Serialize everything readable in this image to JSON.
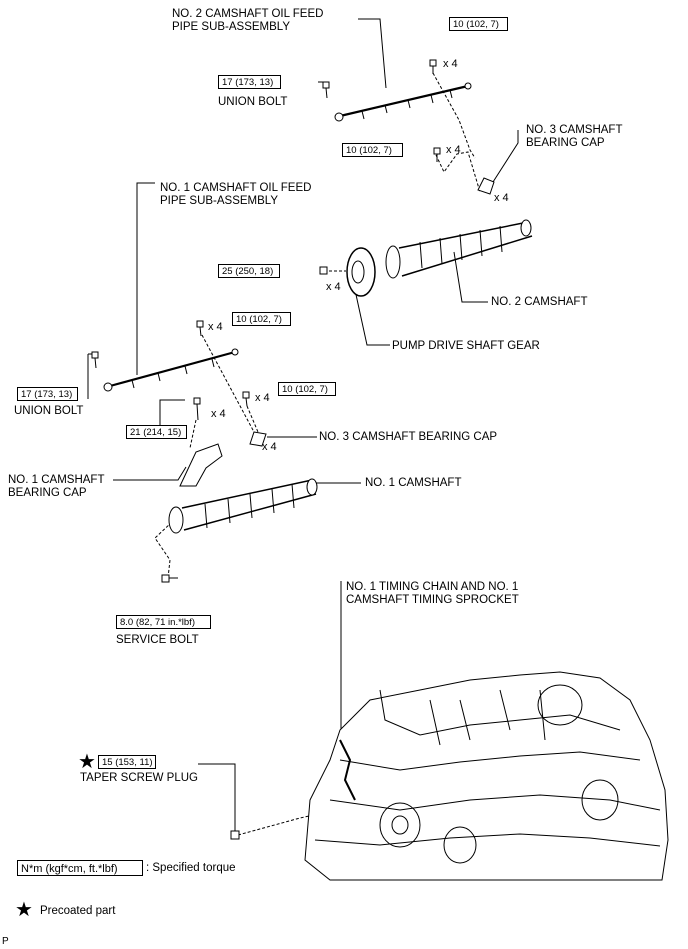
{
  "labels": {
    "oil_feed_pipe_2": "NO. 2 CAMSHAFT OIL FEED\nPIPE SUB-ASSEMBLY",
    "union_bolt_top": "UNION BOLT",
    "bearing_cap_3_top": "NO. 3 CAMSHAFT\nBEARING CAP",
    "oil_feed_pipe_1": "NO. 1 CAMSHAFT OIL FEED\nPIPE SUB-ASSEMBLY",
    "camshaft_2": "NO. 2 CAMSHAFT",
    "pump_drive_gear": "PUMP DRIVE SHAFT GEAR",
    "union_bolt_left": "UNION BOLT",
    "bearing_cap_3_mid": "NO. 3 CAMSHAFT BEARING CAP",
    "bearing_cap_1": "NO. 1 CAMSHAFT\nBEARING CAP",
    "camshaft_1": "NO. 1 CAMSHAFT",
    "service_bolt": "SERVICE BOLT",
    "timing_chain": "NO. 1 TIMING CHAIN AND NO. 1\nCAMSHAFT TIMING SPROCKET",
    "taper_plug": "TAPER SCREW PLUG"
  },
  "torques": {
    "t_feed2_bolts": "10 (102, 7)",
    "t_union_top": "17 (173, 13)",
    "t_cap3_top": "10 (102, 7)",
    "t_gear": "25 (250, 18)",
    "t_feed1_bolts": "10 (102, 7)",
    "t_union_left": "17 (173, 13)",
    "t_cap3_mid": "10 (102, 7)",
    "t_cap1": "21 (214, 15)",
    "t_service": "8.0 (82, 71 in.*lbf)",
    "t_plug": "15 (153, 11)"
  },
  "quantities": {
    "q1": "x 4",
    "q2": "x 4",
    "q3": "x 4",
    "q4": "x 4",
    "q5": "x 4",
    "q6": "x 4",
    "q7": "x 4",
    "q8": "x 4"
  },
  "legend": {
    "torque_box": "N*m (kgf*cm, ft.*lbf)",
    "torque_text": ": Specified torque",
    "star_symbol": "★",
    "precoated_text": "Precoated part"
  },
  "footer": {
    "code": "P"
  },
  "colors": {
    "line": "#000000",
    "background": "#ffffff"
  }
}
